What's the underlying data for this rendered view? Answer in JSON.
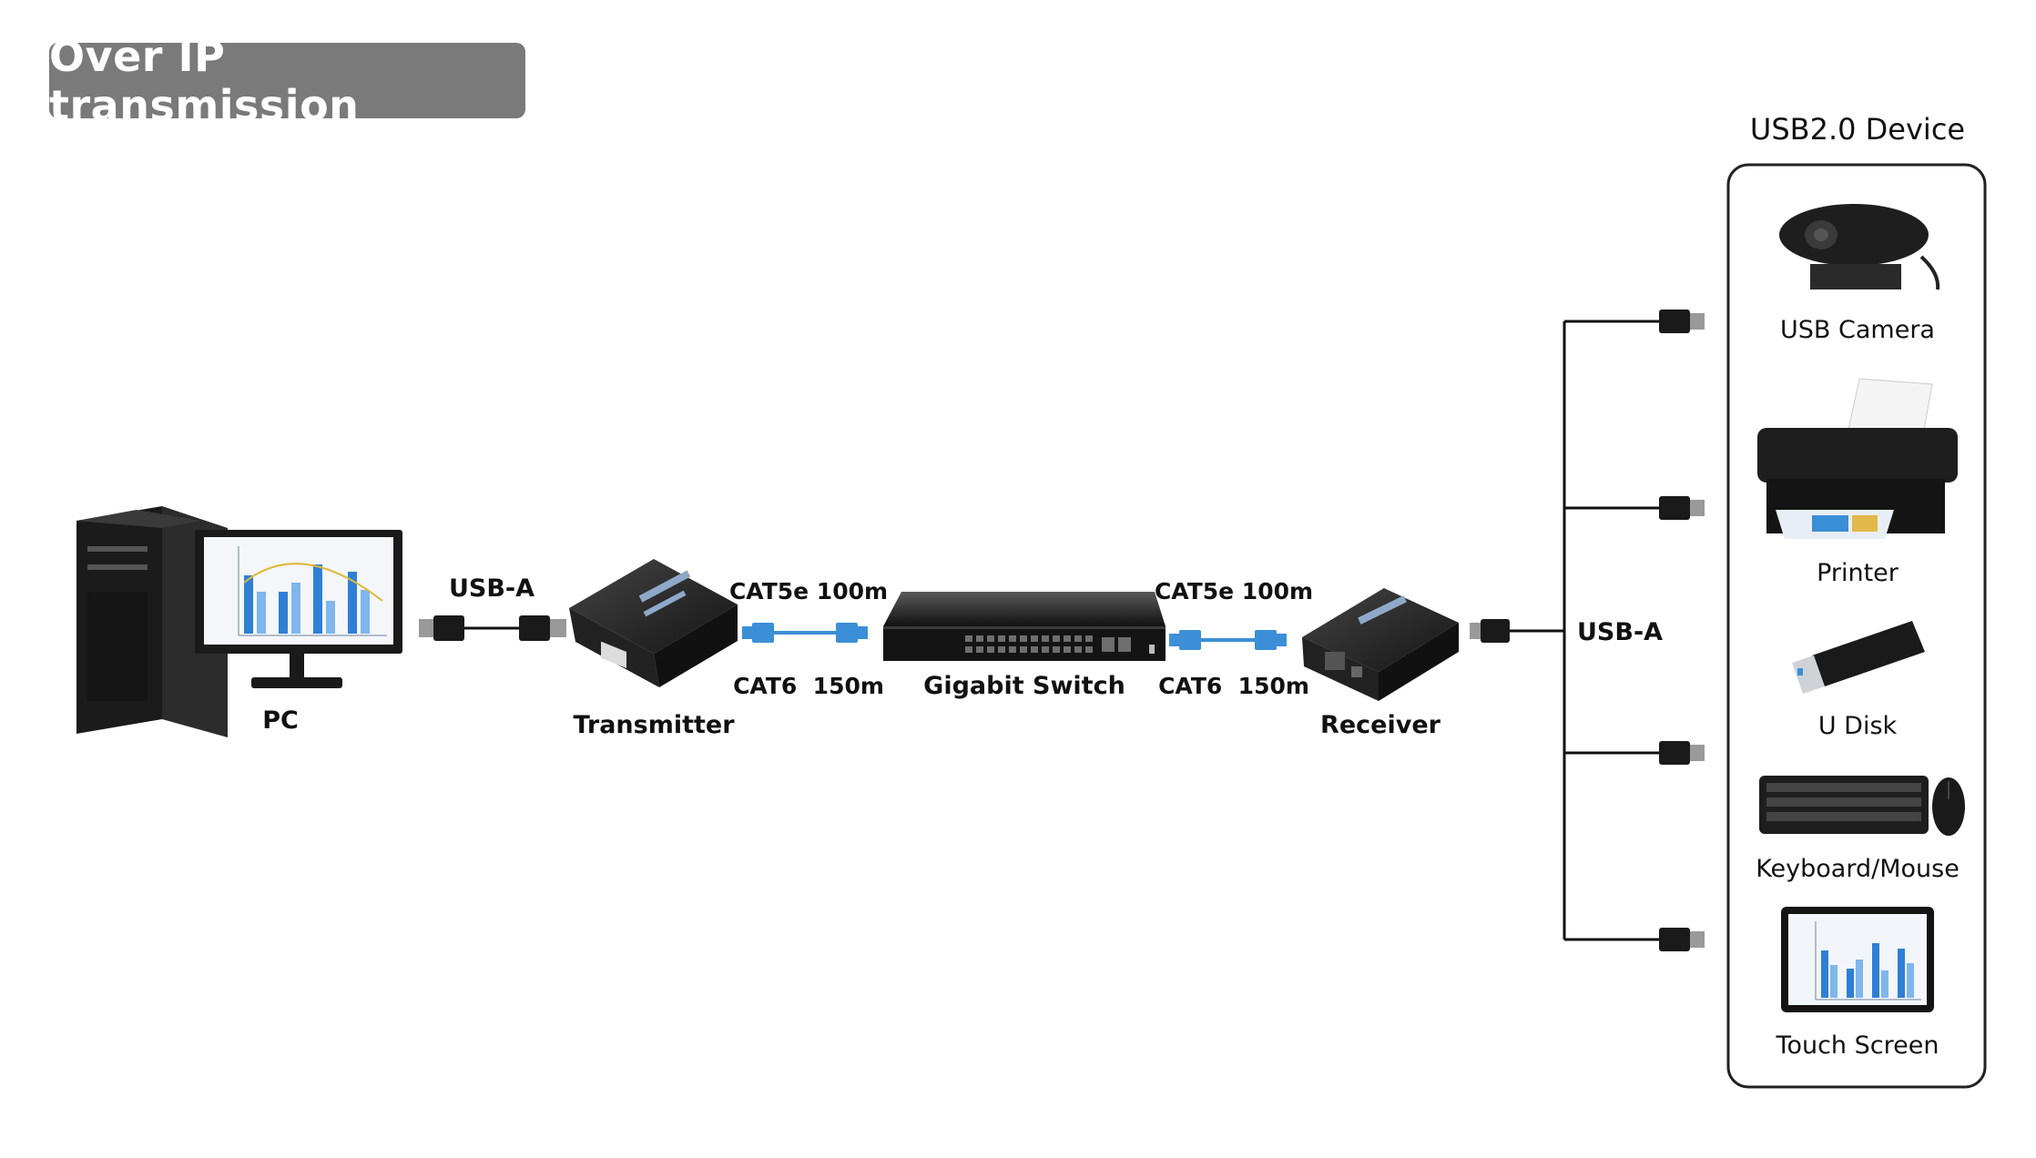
{
  "title": "Over IP transmission",
  "nodes": {
    "pc": "PC",
    "transmitter": "Transmitter",
    "switch": "Gigabit Switch",
    "receiver": "Receiver"
  },
  "links": {
    "usb_left": "USB-A",
    "usb_right": "USB-A",
    "cat5e_left": "CAT5e 100m",
    "cat6_left": "CAT6  150m",
    "cat5e_right": "CAT5e 100m",
    "cat6_right": "CAT6  150m"
  },
  "devices": {
    "header": "USB2.0 Device",
    "items": [
      "USB Camera",
      "Printer",
      "U Disk",
      "Keyboard/Mouse",
      "Touch Screen"
    ]
  },
  "colors": {
    "badge": "#7a7a7a",
    "cable_blue": "#3b8fd6",
    "device_black": "#1a1a1a",
    "chart_blue": "#2f7fd6"
  }
}
